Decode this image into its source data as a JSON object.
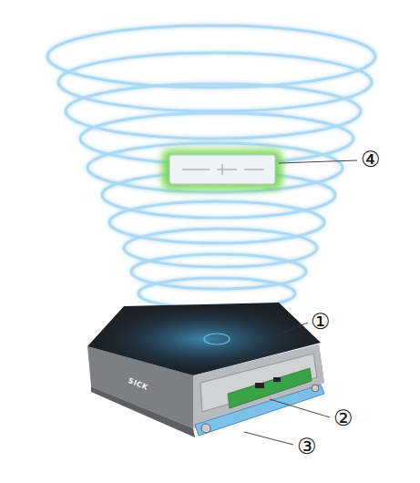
{
  "diagram": {
    "labels": [
      "④",
      "①",
      "②",
      "③",
      "SICK"
    ]
  }
}
